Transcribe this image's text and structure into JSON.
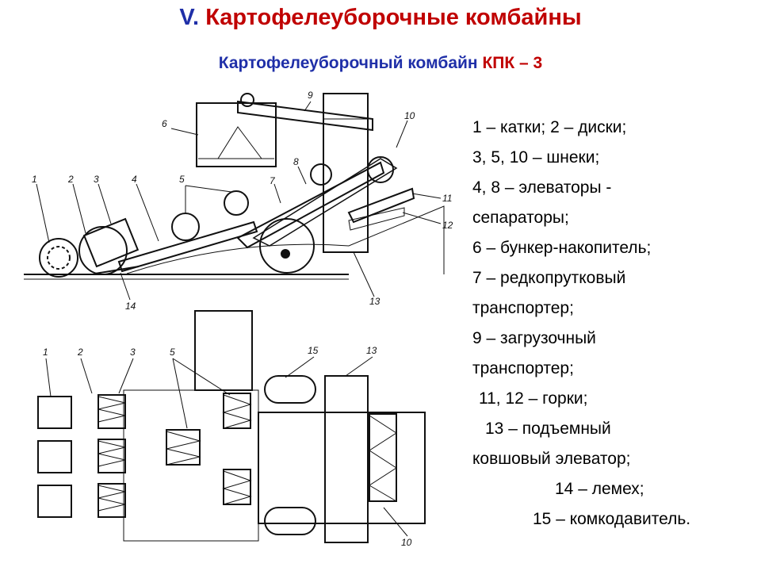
{
  "slide": {
    "title_number": "V.",
    "title_text": "Картофелеуборочные комбайны",
    "subtitle_text": "Картофелеуборочный комбайн",
    "subtitle_model": "КПК – 3"
  },
  "legend": [
    "1 – катки; 2 – диски;",
    "3, 5, 10 – шнеки;",
    "4, 8 – элеваторы -",
    "сепараторы;",
    "6 – бункер-накопитель;",
    "7 – редкопрутковый",
    "транспортер;",
    "9 – загрузочный",
    "транспортер;",
    "11, 12 – горки;",
    "13 – подъемный",
    "ковшовый элеватор;",
    "14 – лемех;",
    "15 – комкодавитель."
  ],
  "diagram_labels": {
    "side": [
      "1",
      "2",
      "3",
      "4",
      "5",
      "6",
      "7",
      "8",
      "9",
      "10",
      "11",
      "12",
      "13",
      "14"
    ],
    "plan": [
      "1",
      "2",
      "3",
      "5",
      "15",
      "13",
      "10"
    ]
  },
  "colors": {
    "title_red": "#c00000",
    "title_blue": "#1f2fa8"
  }
}
